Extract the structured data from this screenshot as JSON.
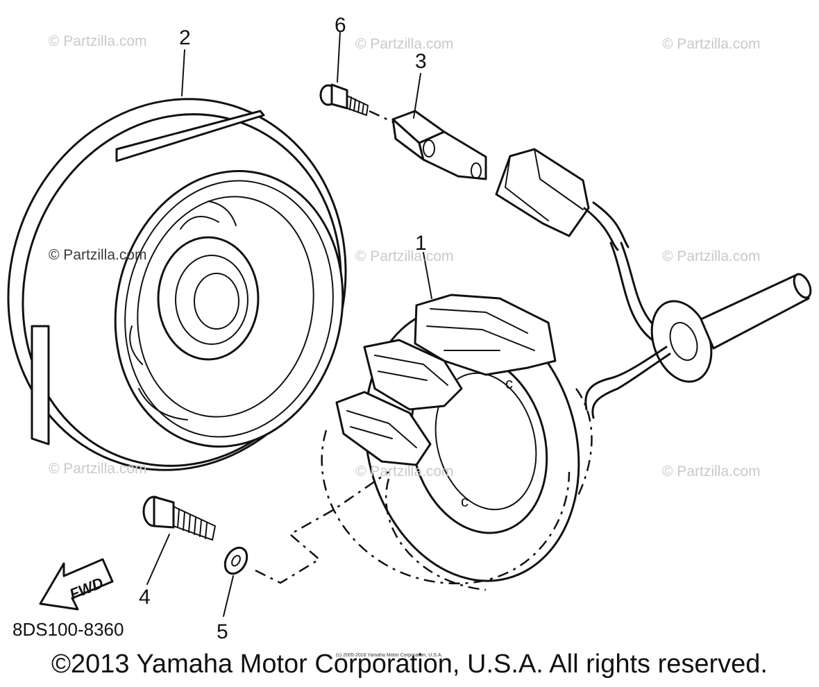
{
  "watermark": "© Partzilla.com",
  "callouts": {
    "c1": "1",
    "c2": "2",
    "c3": "3",
    "c4": "4",
    "c5": "5",
    "c6": "6"
  },
  "fwd_label": "FWD",
  "part_code": "8DS100-8360",
  "copyright": "©2013 Yamaha Motor Corporation, U.S.A. All rights reserved.",
  "small_copyright": "(c) 2005-2016 Yamaha Motor Corporation, U.S.A."
}
